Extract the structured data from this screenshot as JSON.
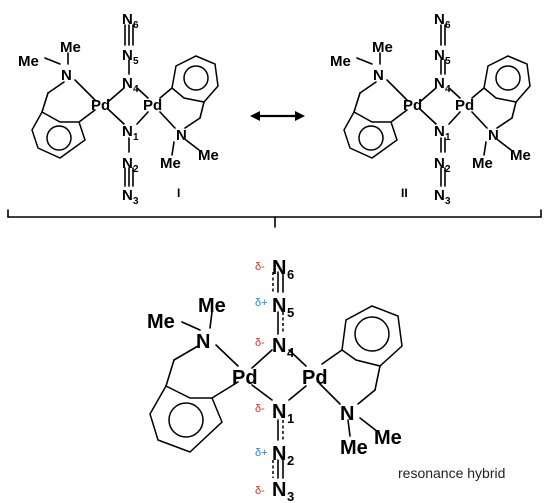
{
  "structure_I": {
    "label": "I",
    "atoms": {
      "n6": "N",
      "n6_sub": "6",
      "n5": "N",
      "n5_sub": "5",
      "n4": "N",
      "n4_sub": "4",
      "n1": "N",
      "n1_sub": "1",
      "n2": "N",
      "n2_sub": "2",
      "n3": "N",
      "n3_sub": "3",
      "pd_left": "Pd",
      "pd_right": "Pd",
      "n_left": "N",
      "n_right": "N",
      "me_left_a": "Me",
      "me_left_b": "Me",
      "me_right_a": "Me",
      "me_right_b": "Me"
    }
  },
  "structure_II": {
    "label": "II",
    "atoms": {
      "n6": "N",
      "n6_sub": "6",
      "n5": "N",
      "n5_sub": "5",
      "n4": "N",
      "n4_sub": "4",
      "n1": "N",
      "n1_sub": "1",
      "n2": "N",
      "n2_sub": "2",
      "n3": "N",
      "n3_sub": "3",
      "pd_left": "Pd",
      "pd_right": "Pd",
      "n_left": "N",
      "n_right": "N",
      "me_left_a": "Me",
      "me_left_b": "Me",
      "me_right_a": "Me",
      "me_right_b": "Me"
    }
  },
  "hybrid": {
    "caption": "resonance hybrid",
    "atoms": {
      "n6": "N",
      "n6_sub": "6",
      "n5": "N",
      "n5_sub": "5",
      "n4": "N",
      "n4_sub": "4",
      "n1": "N",
      "n1_sub": "1",
      "n2": "N",
      "n2_sub": "2",
      "n3": "N",
      "n3_sub": "3",
      "pd_left": "Pd",
      "pd_right": "Pd",
      "n_left": "N",
      "n_right": "N",
      "me_left_a": "Me",
      "me_left_b": "Me",
      "me_right_a": "Me",
      "me_right_b": "Me"
    },
    "charges": {
      "n6": "δ-",
      "n5": "δ+",
      "n4": "δ-",
      "n1": "δ-",
      "n2": "δ+",
      "n3": "δ-"
    }
  },
  "colors": {
    "delta_minus": "#d42a2a",
    "delta_plus": "#2a7fd4",
    "bond": "#000000"
  }
}
